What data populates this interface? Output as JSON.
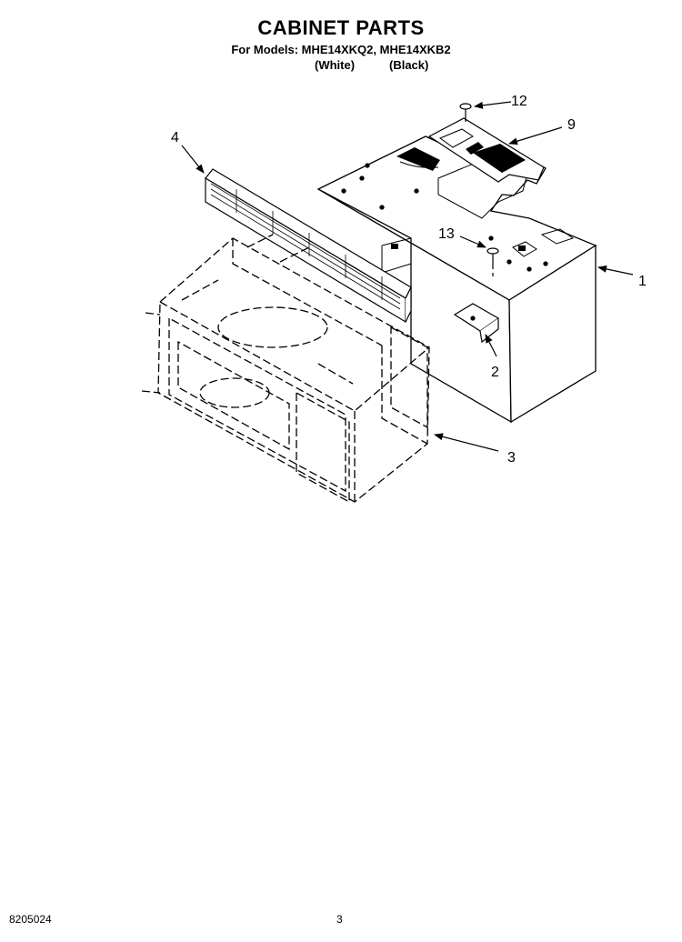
{
  "header": {
    "title": "CABINET PARTS",
    "models_line": "For Models: MHE14XKQ2, MHE14XKB2",
    "variant_white": "(White)",
    "variant_black": "(Black)"
  },
  "callouts": {
    "c12": "12",
    "c9": "9",
    "c4": "4",
    "c13": "13",
    "c1": "1",
    "c2": "2",
    "c3": "3"
  },
  "footer": {
    "doc_number": "8205024",
    "page_number": "3"
  }
}
